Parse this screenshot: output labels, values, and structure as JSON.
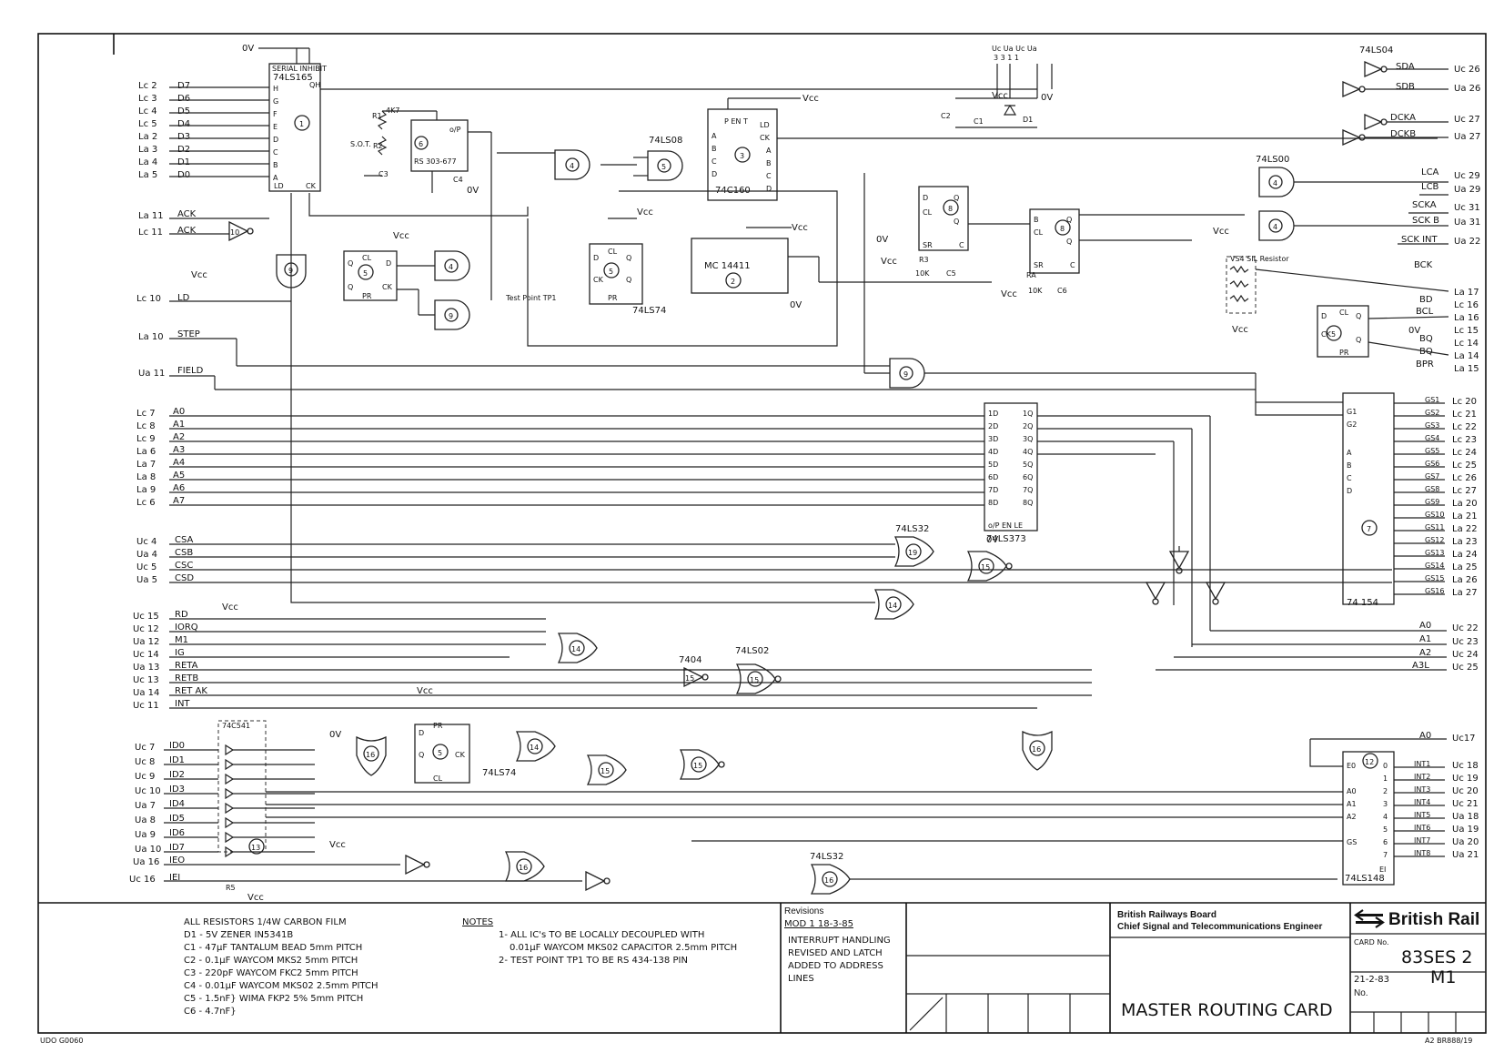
{
  "lists": {
    "inputs": [
      "D7",
      "D6",
      "D5",
      "D4",
      "D3",
      "D2",
      "D1",
      "D0"
    ],
    "input_pins": [
      "Lc 2",
      "Lc 3",
      "Lc 4",
      "Lc 5",
      "La 2",
      "La 3",
      "La 4",
      "La 5"
    ],
    "addr": [
      "A0",
      "A1",
      "A2",
      "A3",
      "A4",
      "A5",
      "A6",
      "A7"
    ],
    "addr_pins": [
      "Lc 7",
      "Lc 8",
      "Lc 9",
      "La 6",
      "La 7",
      "La 8",
      "La 9",
      "Lc 6"
    ],
    "cs": [
      "CSA",
      "CSB",
      "CSC",
      "CSD"
    ],
    "cs_pins": [
      "Uc 4",
      "Ua 4",
      "Uc 5",
      "Ua 5"
    ],
    "ctrl": [
      "RD",
      "IORQ",
      "M1",
      "IG",
      "RETA",
      "RETB",
      "RET AK",
      "INT"
    ],
    "ctrl_pins": [
      "Uc 15",
      "Uc 12",
      "Ua 12",
      "Uc 14",
      "Ua 13",
      "Uc 13",
      "Ua 14",
      "Uc 11"
    ],
    "id": [
      "ID0",
      "ID1",
      "ID2",
      "ID3",
      "ID4",
      "ID5",
      "ID6",
      "ID7"
    ],
    "id_pins": [
      "Uc 7",
      "Uc 8",
      "Uc 9",
      "Uc 10",
      "Ua 7",
      "Ua 8",
      "Ua 9",
      "Ua 10"
    ],
    "gs_labels": [
      "GS1",
      "GS2",
      "GS3",
      "GS4",
      "GS5",
      "GS6",
      "GS7",
      "GS8",
      "GS9",
      "GS10",
      "GS11",
      "GS12",
      "GS13",
      "GS14",
      "GS15",
      "GS16"
    ],
    "gs_pins": [
      "Lc 20",
      "Lc 21",
      "Lc 22",
      "Lc 23",
      "Lc 24",
      "Lc 25",
      "Lc 26",
      "Lc 27",
      "La 20",
      "La 21",
      "La 22",
      "La 23",
      "La 24",
      "La 25",
      "La 26",
      "La 27"
    ],
    "int_labels": [
      "INT1",
      "INT2",
      "INT3",
      "INT4",
      "INT5",
      "INT6",
      "INT7",
      "INT8"
    ],
    "int_pins": [
      "Uc 18",
      "Uc 19",
      "Uc 20",
      "Uc 21",
      "Ua 18",
      "Ua 19",
      "Ua 20",
      "Ua 21"
    ],
    "addr_out": [
      "A0",
      "A1",
      "A2",
      "A3L"
    ],
    "addr_out_pins": [
      "Uc 22",
      "Uc 23",
      "Uc 24",
      "Uc 25"
    ],
    "top_out": [
      "SDA",
      "SDB",
      "DCKA",
      "DCKB"
    ],
    "top_out_pins": [
      "Uc 26",
      "Ua 26",
      "Uc 27",
      "Ua 27"
    ],
    "lc_out": [
      "LCA",
      "LCB",
      "SCKA",
      "SCK B",
      "SCK INT"
    ],
    "lc_out_pins": [
      "Uc 29",
      "Ua 29",
      "Uc 31",
      "Ua 31",
      "Ua 22"
    ],
    "sil_out": [
      "BCK",
      "BD",
      "BCL",
      "0V",
      "BQ",
      "BQ",
      "BPR"
    ],
    "sil_out_pins": [
      "La 17",
      "Lc 16",
      "La 16",
      "Lc 15",
      "Lc 14",
      "La 14",
      "La 15"
    ],
    "misc_in": [
      "ACK",
      "ACK",
      "LD",
      "STEP",
      "FIELD",
      "IEO",
      "IEI"
    ],
    "misc_in_pins": [
      "La 11",
      "Lc 11",
      "Lc 10",
      "La 10",
      "Ua 11",
      "Ua 16",
      "Uc 16"
    ]
  },
  "chips": {
    "c1": "74LS165",
    "c1_sub": "SERIAL INHIBIT",
    "c2": "MC 14411",
    "c3": "74C160",
    "c4": "74LS08",
    "c5": "74LS74",
    "c6": "RS 303-677",
    "c7": "74 154",
    "c8": "74LS00",
    "c10": "74LS04",
    "c11": "74LS373",
    "c12": "74LS148",
    "c13": "74C541",
    "c14": "74LS32",
    "c15": "74LS02",
    "c16": "74LS32",
    "c17": "7404",
    "c18": "VS4 SIL Resistor"
  },
  "labels": {
    "ov": "0V",
    "vcc": "Vcc",
    "test_point": "Test Point TP1",
    "r1": "R1",
    "r2": "R2",
    "r_4k7": "4K7",
    "r_sot": "S.O.T.",
    "c3": "C3",
    "c4": "C4",
    "c5": "C5",
    "c6": "C6",
    "c1": "C1",
    "c2": "C2",
    "d1": "D1",
    "r3": "R3",
    "r4": "RA",
    "r5": "R5",
    "ten_k": "10K",
    "top_pins": "Uc Ua Uc Ua",
    "top_pins2": "3 3 1 1"
  },
  "notes": {
    "components": [
      "ALL RESISTORS 1/4W CARBON FILM",
      "D1 - 5V ZENER IN5341B",
      "C1 - 47μF TANTALUM BEAD 5mm PITCH",
      "C2 - 0.1μF WAYCOM MKS2 5mm PITCH",
      "C3 - 220pF WAYCOM FKC2 5mm PITCH",
      "C4 - 0.01μF WAYCOM MKS02 2.5mm PITCH",
      "C5 - 1.5nF} WIMA FKP2 5% 5mm PITCH",
      "C6 - 4.7nF}"
    ],
    "heading": "NOTES",
    "lines": [
      "1- ALL IC's TO BE LOCALLY DECOUPLED WITH",
      "0.01μF WAYCOM MKS02 CAPACITOR 2.5mm PITCH",
      "2- TEST POINT TP1 TO BE RS 434-138 PIN"
    ]
  },
  "revisions": {
    "heading": "Revisions",
    "mod": "MOD 1 18-3-85",
    "text": [
      "INTERRUPT HANDLING",
      "REVISED AND LATCH",
      "ADDED TO ADDRESS",
      "LINES"
    ]
  },
  "title_block": {
    "org1": "British Railways Board",
    "org2": "Chief Signal and Telecommunications Engineer",
    "brand": "British Rail",
    "card_no_label": "CARD No.",
    "card_no": "83SES 2",
    "date": "21-2-83",
    "mark": "M1",
    "no_label": "No.",
    "title": "MASTER ROUTING CARD"
  },
  "footer": {
    "left": "UDO G0060",
    "right": "A2 BR888/19"
  }
}
